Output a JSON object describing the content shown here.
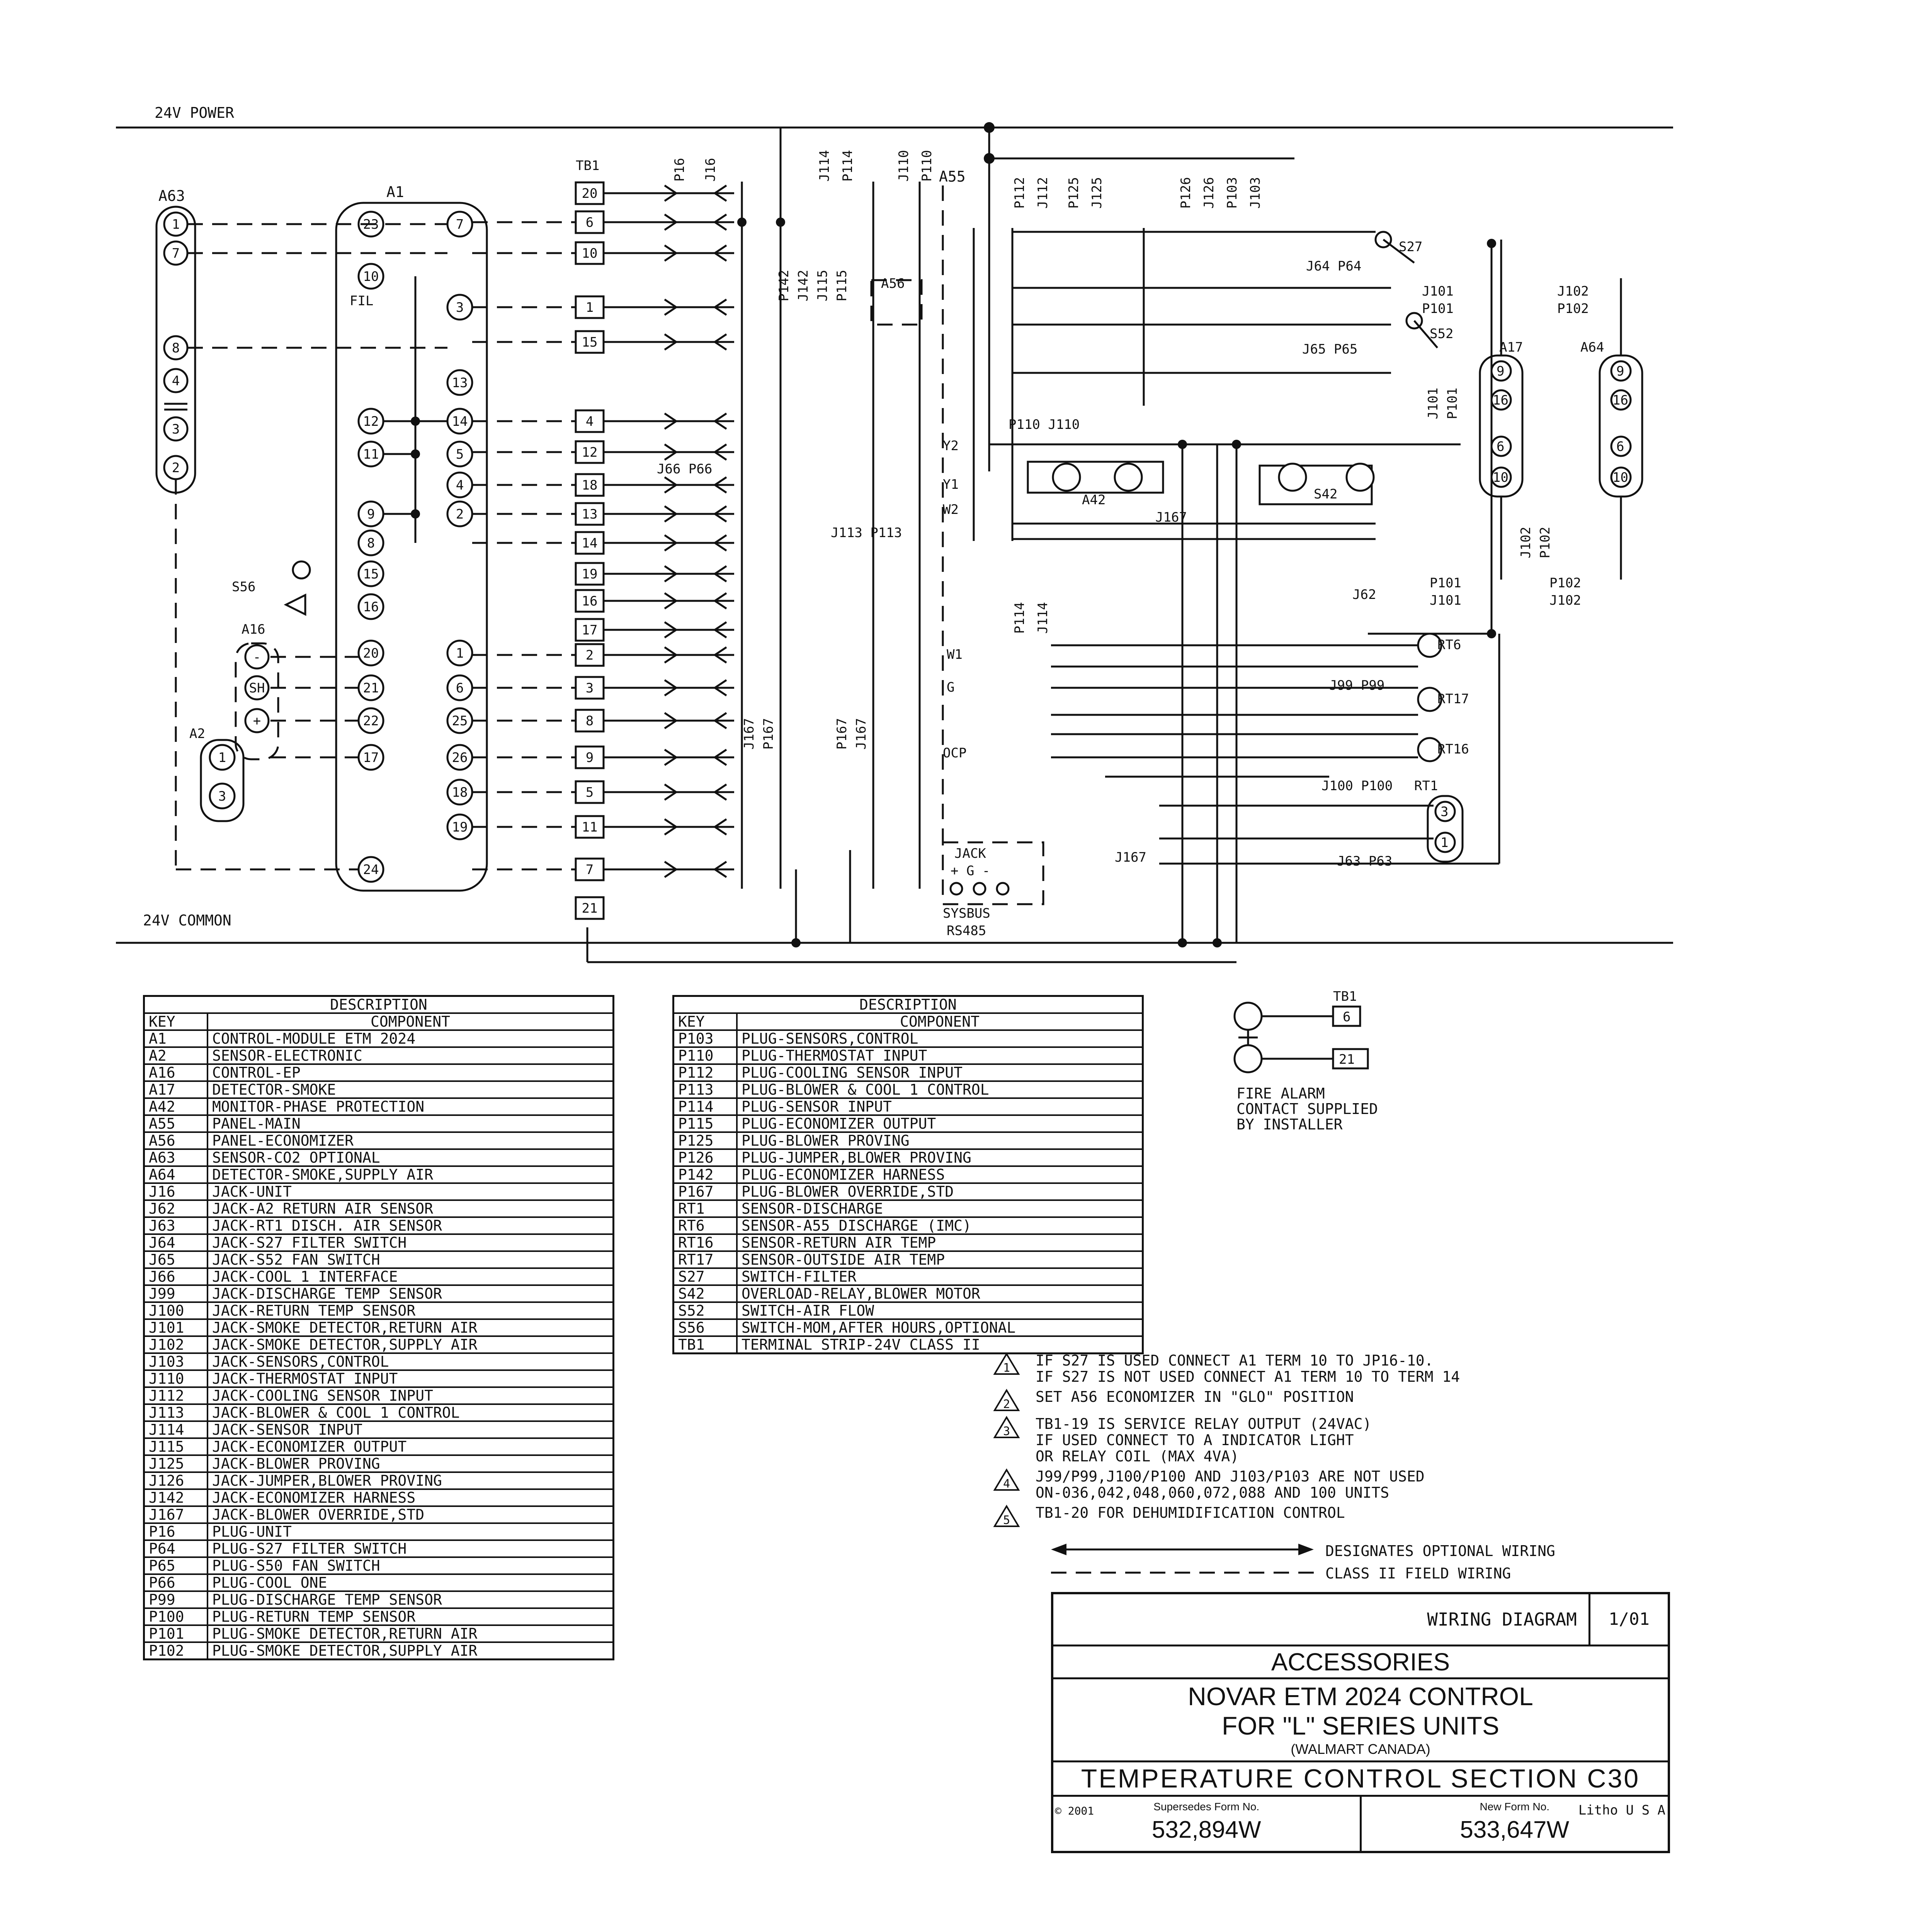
{
  "diagram": {
    "power_rail": "24V POWER",
    "common_rail": "24V COMMON",
    "components": {
      "a63": "A63",
      "a1": "A1",
      "tb1": "TB1",
      "a55": "A55",
      "a56": "A56",
      "a42": "A42",
      "s42": "S42",
      "a17": "A17",
      "a64": "A64",
      "a16": "A16",
      "a2": "A2",
      "s56": "S56",
      "s27": "S27",
      "s52": "S52",
      "rt6": "RT6",
      "rt17": "RT17",
      "rt16": "RT16",
      "rt1": "RT1",
      "fil": "FIL",
      "sysbus": "SYSBUS",
      "rs485": "RS485",
      "jack": "JACK"
    },
    "a63_pins": [
      "1",
      "7",
      "8",
      "4",
      "3",
      "2"
    ],
    "a1_left_pins": [
      "23",
      "10",
      "12",
      "11",
      "9",
      "8",
      "15",
      "16",
      "20",
      "21",
      "22",
      "17",
      "24"
    ],
    "a1_right_pins": [
      "7",
      "3",
      "13",
      "14",
      "5",
      "4",
      "2",
      "1",
      "6",
      "25",
      "26",
      "18",
      "19"
    ],
    "a16_pins": [
      "-",
      "SH",
      "+"
    ],
    "a2_pins": [
      "1",
      "3"
    ],
    "tb1_terminals": [
      "20",
      "6",
      "10",
      "1",
      "15",
      "4",
      "12",
      "18",
      "13",
      "14",
      "19",
      "16",
      "17",
      "2",
      "3",
      "8",
      "9",
      "5",
      "11",
      "7",
      "21"
    ],
    "connector_labels": {
      "p16": "P16",
      "j16": "J16",
      "j114": "J114",
      "p114": "P114",
      "j110": "J110",
      "p110": "P110",
      "p112": "P112",
      "j112": "J112",
      "p125": "P125",
      "j125": "J125",
      "p126": "P126",
      "j126": "J126",
      "p103": "P103",
      "j103": "J103",
      "p142": "P142",
      "j142": "J142",
      "j115": "J115",
      "p115": "P115",
      "j64p64": "J64 P64",
      "j65p65": "J65 P65",
      "j101": "J101",
      "p101": "P101",
      "j102": "J102",
      "p102": "P102",
      "j66p66": "J66 P66",
      "j113p113": "J113 P113",
      "p110j110": "P110 J110",
      "j167": "J167",
      "p167": "P167",
      "j62": "J62",
      "j99p99": "J99 P99",
      "j100p100": "J100 P100",
      "j63p63": "J63 P63"
    },
    "signal_labels": {
      "y2": "Y2",
      "y1": "Y1",
      "w2": "W2",
      "w1": "W1",
      "g": "G",
      "ocp": "OCP"
    },
    "jack_pins": "+ G -"
  },
  "legend_left": {
    "title": "DESCRIPTION",
    "col_key": "KEY",
    "col_component": "COMPONENT",
    "rows": [
      [
        "A1",
        "CONTROL-MODULE ETM 2024"
      ],
      [
        "A2",
        "SENSOR-ELECTRONIC"
      ],
      [
        "A16",
        "CONTROL-EP"
      ],
      [
        "A17",
        "DETECTOR-SMOKE"
      ],
      [
        "A42",
        "MONITOR-PHASE PROTECTION"
      ],
      [
        "A55",
        "PANEL-MAIN"
      ],
      [
        "A56",
        "PANEL-ECONOMIZER"
      ],
      [
        "A63",
        "SENSOR-CO2 OPTIONAL"
      ],
      [
        "A64",
        "DETECTOR-SMOKE,SUPPLY AIR"
      ],
      [
        "J16",
        "JACK-UNIT"
      ],
      [
        "J62",
        "JACK-A2 RETURN AIR SENSOR"
      ],
      [
        "J63",
        "JACK-RT1 DISCH. AIR SENSOR"
      ],
      [
        "J64",
        "JACK-S27 FILTER SWITCH"
      ],
      [
        "J65",
        "JACK-S52 FAN SWITCH"
      ],
      [
        "J66",
        "JACK-COOL 1 INTERFACE"
      ],
      [
        "J99",
        "JACK-DISCHARGE TEMP SENSOR"
      ],
      [
        "J100",
        "JACK-RETURN TEMP SENSOR"
      ],
      [
        "J101",
        "JACK-SMOKE DETECTOR,RETURN AIR"
      ],
      [
        "J102",
        "JACK-SMOKE DETECTOR,SUPPLY AIR"
      ],
      [
        "J103",
        "JACK-SENSORS,CONTROL"
      ],
      [
        "J110",
        "JACK-THERMOSTAT INPUT"
      ],
      [
        "J112",
        "JACK-COOLING SENSOR INPUT"
      ],
      [
        "J113",
        "JACK-BLOWER & COOL 1 CONTROL"
      ],
      [
        "J114",
        "JACK-SENSOR INPUT"
      ],
      [
        "J115",
        "JACK-ECONOMIZER OUTPUT"
      ],
      [
        "J125",
        "JACK-BLOWER PROVING"
      ],
      [
        "J126",
        "JACK-JUMPER,BLOWER PROVING"
      ],
      [
        "J142",
        "JACK-ECONOMIZER HARNESS"
      ],
      [
        "J167",
        "JACK-BLOWER OVERRIDE,STD"
      ],
      [
        "P16",
        "PLUG-UNIT"
      ],
      [
        "P64",
        "PLUG-S27 FILTER SWITCH"
      ],
      [
        "P65",
        "PLUG-S50 FAN SWITCH"
      ],
      [
        "P66",
        "PLUG-COOL ONE"
      ],
      [
        "P99",
        "PLUG-DISCHARGE TEMP SENSOR"
      ],
      [
        "P100",
        "PLUG-RETURN TEMP SENSOR"
      ],
      [
        "P101",
        "PLUG-SMOKE DETECTOR,RETURN AIR"
      ],
      [
        "P102",
        "PLUG-SMOKE DETECTOR,SUPPLY AIR"
      ]
    ]
  },
  "legend_right": {
    "title": "DESCRIPTION",
    "col_key": "KEY",
    "col_component": "COMPONENT",
    "rows": [
      [
        "P103",
        "PLUG-SENSORS,CONTROL"
      ],
      [
        "P110",
        "PLUG-THERMOSTAT INPUT"
      ],
      [
        "P112",
        "PLUG-COOLING SENSOR INPUT"
      ],
      [
        "P113",
        "PLUG-BLOWER & COOL 1 CONTROL"
      ],
      [
        "P114",
        "PLUG-SENSOR INPUT"
      ],
      [
        "P115",
        "PLUG-ECONOMIZER OUTPUT"
      ],
      [
        "P125",
        "PLUG-BLOWER PROVING"
      ],
      [
        "P126",
        "PLUG-JUMPER,BLOWER PROVING"
      ],
      [
        "P142",
        "PLUG-ECONOMIZER HARNESS"
      ],
      [
        "P167",
        "PLUG-BLOWER OVERRIDE,STD"
      ],
      [
        "RT1",
        "SENSOR-DISCHARGE"
      ],
      [
        "RT6",
        "SENSOR-A55 DISCHARGE (IMC)"
      ],
      [
        "RT16",
        "SENSOR-RETURN AIR TEMP"
      ],
      [
        "RT17",
        "SENSOR-OUTSIDE AIR TEMP"
      ],
      [
        "S27",
        "SWITCH-FILTER"
      ],
      [
        "S42",
        "OVERLOAD-RELAY,BLOWER MOTOR"
      ],
      [
        "S52",
        "SWITCH-AIR FLOW"
      ],
      [
        "S56",
        "SWITCH-MOM,AFTER HOURS,OPTIONAL"
      ],
      [
        "TB1",
        "TERMINAL STRIP-24V CLASS II"
      ]
    ]
  },
  "fire_alarm": {
    "tb_label": "TB1",
    "term_a": "6",
    "term_b": "21",
    "lines": [
      "FIRE ALARM",
      "CONTACT SUPPLIED",
      "BY INSTALLER"
    ]
  },
  "notes": [
    {
      "mark": "1",
      "text": "IF S27 IS USED CONNECT A1 TERM 10 TO JP16-10.\nIF S27 IS NOT USED CONNECT A1 TERM 10 TO TERM 14"
    },
    {
      "mark": "2",
      "text": "SET A56 ECONOMIZER IN \"GLO\" POSITION"
    },
    {
      "mark": "3",
      "text": "TB1-19 IS SERVICE RELAY OUTPUT (24VAC)\nIF USED CONNECT TO A INDICATOR LIGHT\nOR RELAY COIL (MAX 4VA)"
    },
    {
      "mark": "4",
      "text": "J99/P99,J100/P100 AND J103/P103 ARE NOT USED\nON-036,042,048,060,072,088 AND 100 UNITS"
    },
    {
      "mark": "5",
      "text": "TB1-20 FOR DEHUMIDIFICATION CONTROL"
    }
  ],
  "wiring_key": {
    "optional": "DESIGNATES OPTIONAL WIRING",
    "field": "CLASS II FIELD WIRING"
  },
  "title_block": {
    "title": "WIRING DIAGRAM",
    "date": "1/01",
    "section_title": "ACCESSORIES",
    "line1": "NOVAR ETM 2024 CONTROL",
    "line2": "FOR \"L\" SERIES UNITS",
    "line3": "(WALMART CANADA)",
    "section": "TEMPERATURE CONTROL SECTION C30",
    "supersedes_label": "Supersedes Form No.",
    "supersedes": "532,894W",
    "new_label": "New Form No.",
    "new_form": "533,647W",
    "copyright": "© 2001",
    "litho": "Litho U S A"
  }
}
